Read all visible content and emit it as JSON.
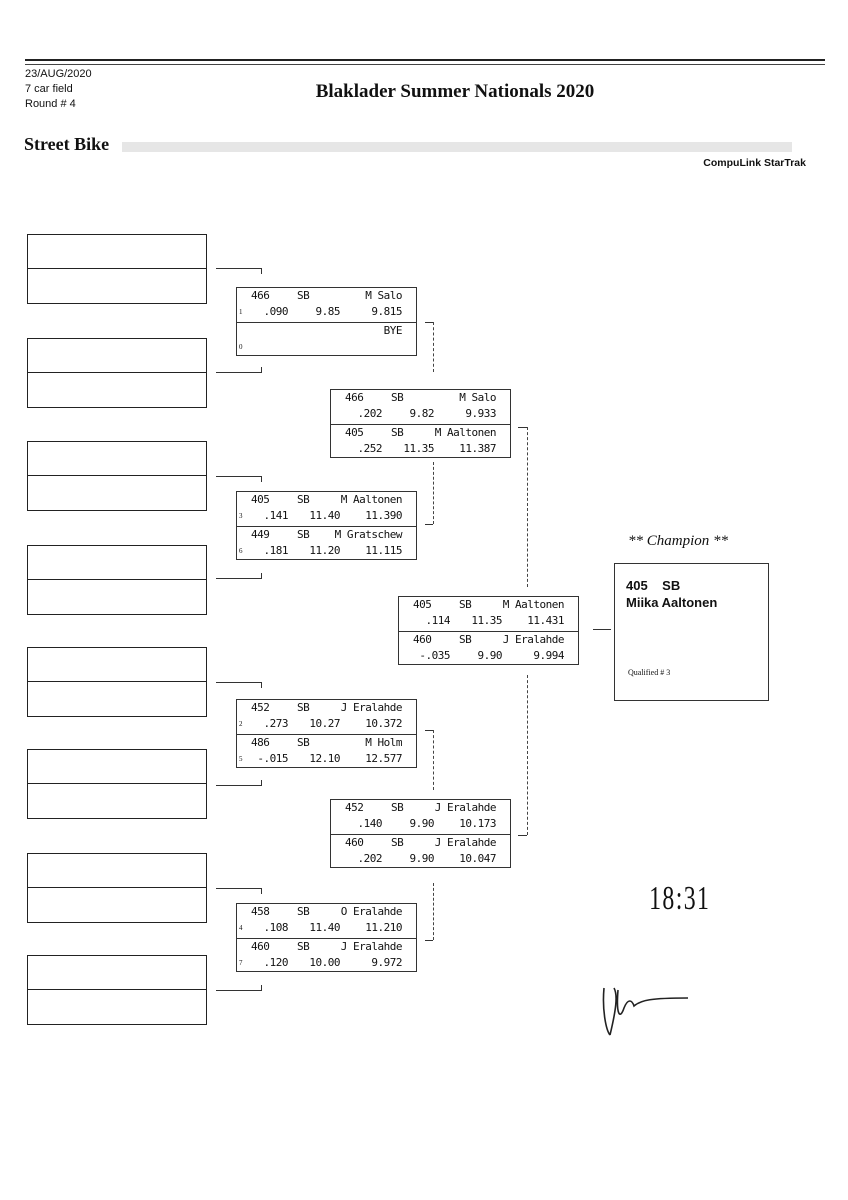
{
  "header": {
    "date": "23/AUG/2020",
    "field": "7 car field",
    "round": "Round # 4",
    "title": "Blaklader Summer Nationals 2020",
    "category": "Street Bike",
    "brand": "CompuLink StarTrak"
  },
  "matches": [
    {
      "round": 1,
      "a": {
        "car": "466",
        "cls": "SB",
        "name": "M Salo",
        "rt": ".090",
        "dial": "9.85",
        "et": "9.815",
        "seed": "1"
      },
      "b": {
        "car": "",
        "cls": "",
        "name": "BYE",
        "rt": "",
        "dial": "",
        "et": "",
        "seed": "0"
      }
    },
    {
      "round": 1,
      "a": {
        "car": "405",
        "cls": "SB",
        "name": "M Aaltonen",
        "rt": ".141",
        "dial": "11.40",
        "et": "11.390",
        "seed": "3"
      },
      "b": {
        "car": "449",
        "cls": "SB",
        "name": "M Gratschew",
        "rt": ".181",
        "dial": "11.20",
        "et": "11.115",
        "seed": "6"
      }
    },
    {
      "round": 1,
      "a": {
        "car": "452",
        "cls": "SB",
        "name": "J Eralahde",
        "rt": ".273",
        "dial": "10.27",
        "et": "10.372",
        "seed": "2"
      },
      "b": {
        "car": "486",
        "cls": "SB",
        "name": "M Holm",
        "rt": "-.015",
        "dial": "12.10",
        "et": "12.577",
        "seed": "5"
      }
    },
    {
      "round": 1,
      "a": {
        "car": "458",
        "cls": "SB",
        "name": "O Eralahde",
        "rt": ".108",
        "dial": "11.40",
        "et": "11.210",
        "seed": "4"
      },
      "b": {
        "car": "460",
        "cls": "SB",
        "name": "J Eralahde",
        "rt": ".120",
        "dial": "10.00",
        "et": "9.972",
        "seed": "7"
      }
    },
    {
      "round": 2,
      "a": {
        "car": "466",
        "cls": "SB",
        "name": "M Salo",
        "rt": ".202",
        "dial": "9.82",
        "et": "9.933",
        "seed": ""
      },
      "b": {
        "car": "405",
        "cls": "SB",
        "name": "M Aaltonen",
        "rt": ".252",
        "dial": "11.35",
        "et": "11.387",
        "seed": ""
      }
    },
    {
      "round": 2,
      "a": {
        "car": "452",
        "cls": "SB",
        "name": "J Eralahde",
        "rt": ".140",
        "dial": "9.90",
        "et": "10.173",
        "seed": ""
      },
      "b": {
        "car": "460",
        "cls": "SB",
        "name": "J Eralahde",
        "rt": ".202",
        "dial": "9.90",
        "et": "10.047",
        "seed": ""
      }
    },
    {
      "round": 3,
      "a": {
        "car": "405",
        "cls": "SB",
        "name": "M Aaltonen",
        "rt": ".114",
        "dial": "11.35",
        "et": "11.431",
        "seed": ""
      },
      "b": {
        "car": "460",
        "cls": "SB",
        "name": "J Eralahde",
        "rt": "-.035",
        "dial": "9.90",
        "et": "9.994",
        "seed": ""
      }
    }
  ],
  "champion": {
    "label": "** Champion **",
    "car": "405",
    "cls": "SB",
    "name": "Miika Aaltonen",
    "qualified": "Qualified # 3"
  },
  "handwritten": {
    "time": "18:31",
    "signature": "Uh"
  }
}
